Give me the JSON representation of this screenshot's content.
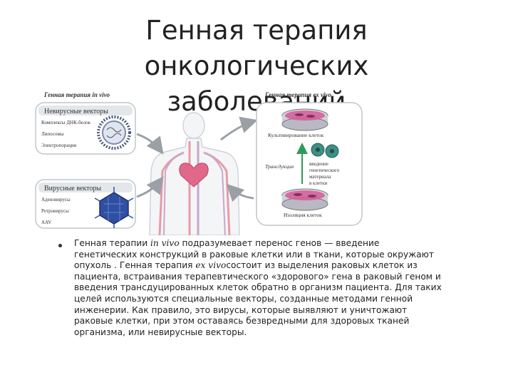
{
  "slide": {
    "title_line1": "Генная терапия онкологических",
    "title_line2": "заболеваний"
  },
  "figure": {
    "left_heading": "Генная терапия in vivo",
    "right_heading": "Генная терапия ex vivo",
    "nonviral": {
      "header": "Невирусные векторы",
      "items": [
        "Комплексы ДНК-белок",
        "Липосомы",
        "Электропорация"
      ]
    },
    "viral": {
      "header": "Вирусные векторы",
      "items": [
        "Аденовирусы",
        "Ретровирусы",
        "AAV"
      ]
    },
    "cultured_label": "Культивирование клеток",
    "transduction_label": "Трансдукция",
    "insertion_line1": "введение",
    "insertion_line2": "генетического",
    "insertion_line3": "материала",
    "insertion_line4": "в клетки",
    "isolation_label": "Изоляция клеток"
  },
  "bullet": {
    "p1a": "Генная терапии ",
    "p1em": "in vivo",
    "p1b": " подразумевает перенос генов — введение генетических конструкций в раковые клетки или в ткани, которые окружают опухоль . Генная терапия ",
    "p2em": "ex vivo",
    "p2b": "состоит из выделения раковых клеток из пациента, встраивания терапевтического «здорового» гена в раковый геном и введения трансдуцированных клеток обратно в организм пациента. Для таких целей используются специальные векторы, созданные методами генной инженерии. Как правило, это вирусы, которые выявляют и уничтожают раковые клетки, при этом оставаясь безвредными для здоровых тканей организма, или невирусные векторы."
  },
  "colors": {
    "panel_border": "#bfc6cc",
    "arrow_gray": "#9aa0a6",
    "artery_pink": "#e99aa9",
    "virus_blue": "#2f4fa3",
    "cell_pink": "#d45a9a",
    "cell_green": "#3e8f86"
  }
}
